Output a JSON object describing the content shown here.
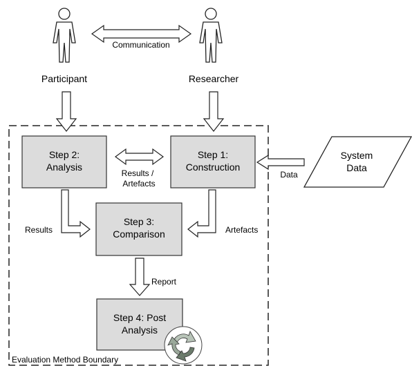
{
  "actors": {
    "participant": "Participant",
    "researcher": "Researcher"
  },
  "communication_label": "Communication",
  "boundary_label": "Evaluation Method Boundary",
  "steps": {
    "step2": [
      "Step 2:",
      "Analysis"
    ],
    "step1": [
      "Step 1:",
      "Construction"
    ],
    "step3": [
      "Step 3:",
      "Comparison"
    ],
    "step4": [
      "Step 4: Post",
      "Analysis"
    ]
  },
  "system_data": [
    "System",
    "Data"
  ],
  "flow_labels": {
    "data": "Data",
    "results_artefacts": [
      "Results /",
      "Artefacts"
    ],
    "results": "Results",
    "artefacts": "Artefacts",
    "report": "Report"
  },
  "colors": {
    "step_fill": "#dcdcdc",
    "cycle_dark": "#6b7b6b",
    "cycle_light": "#b8c4b8"
  }
}
